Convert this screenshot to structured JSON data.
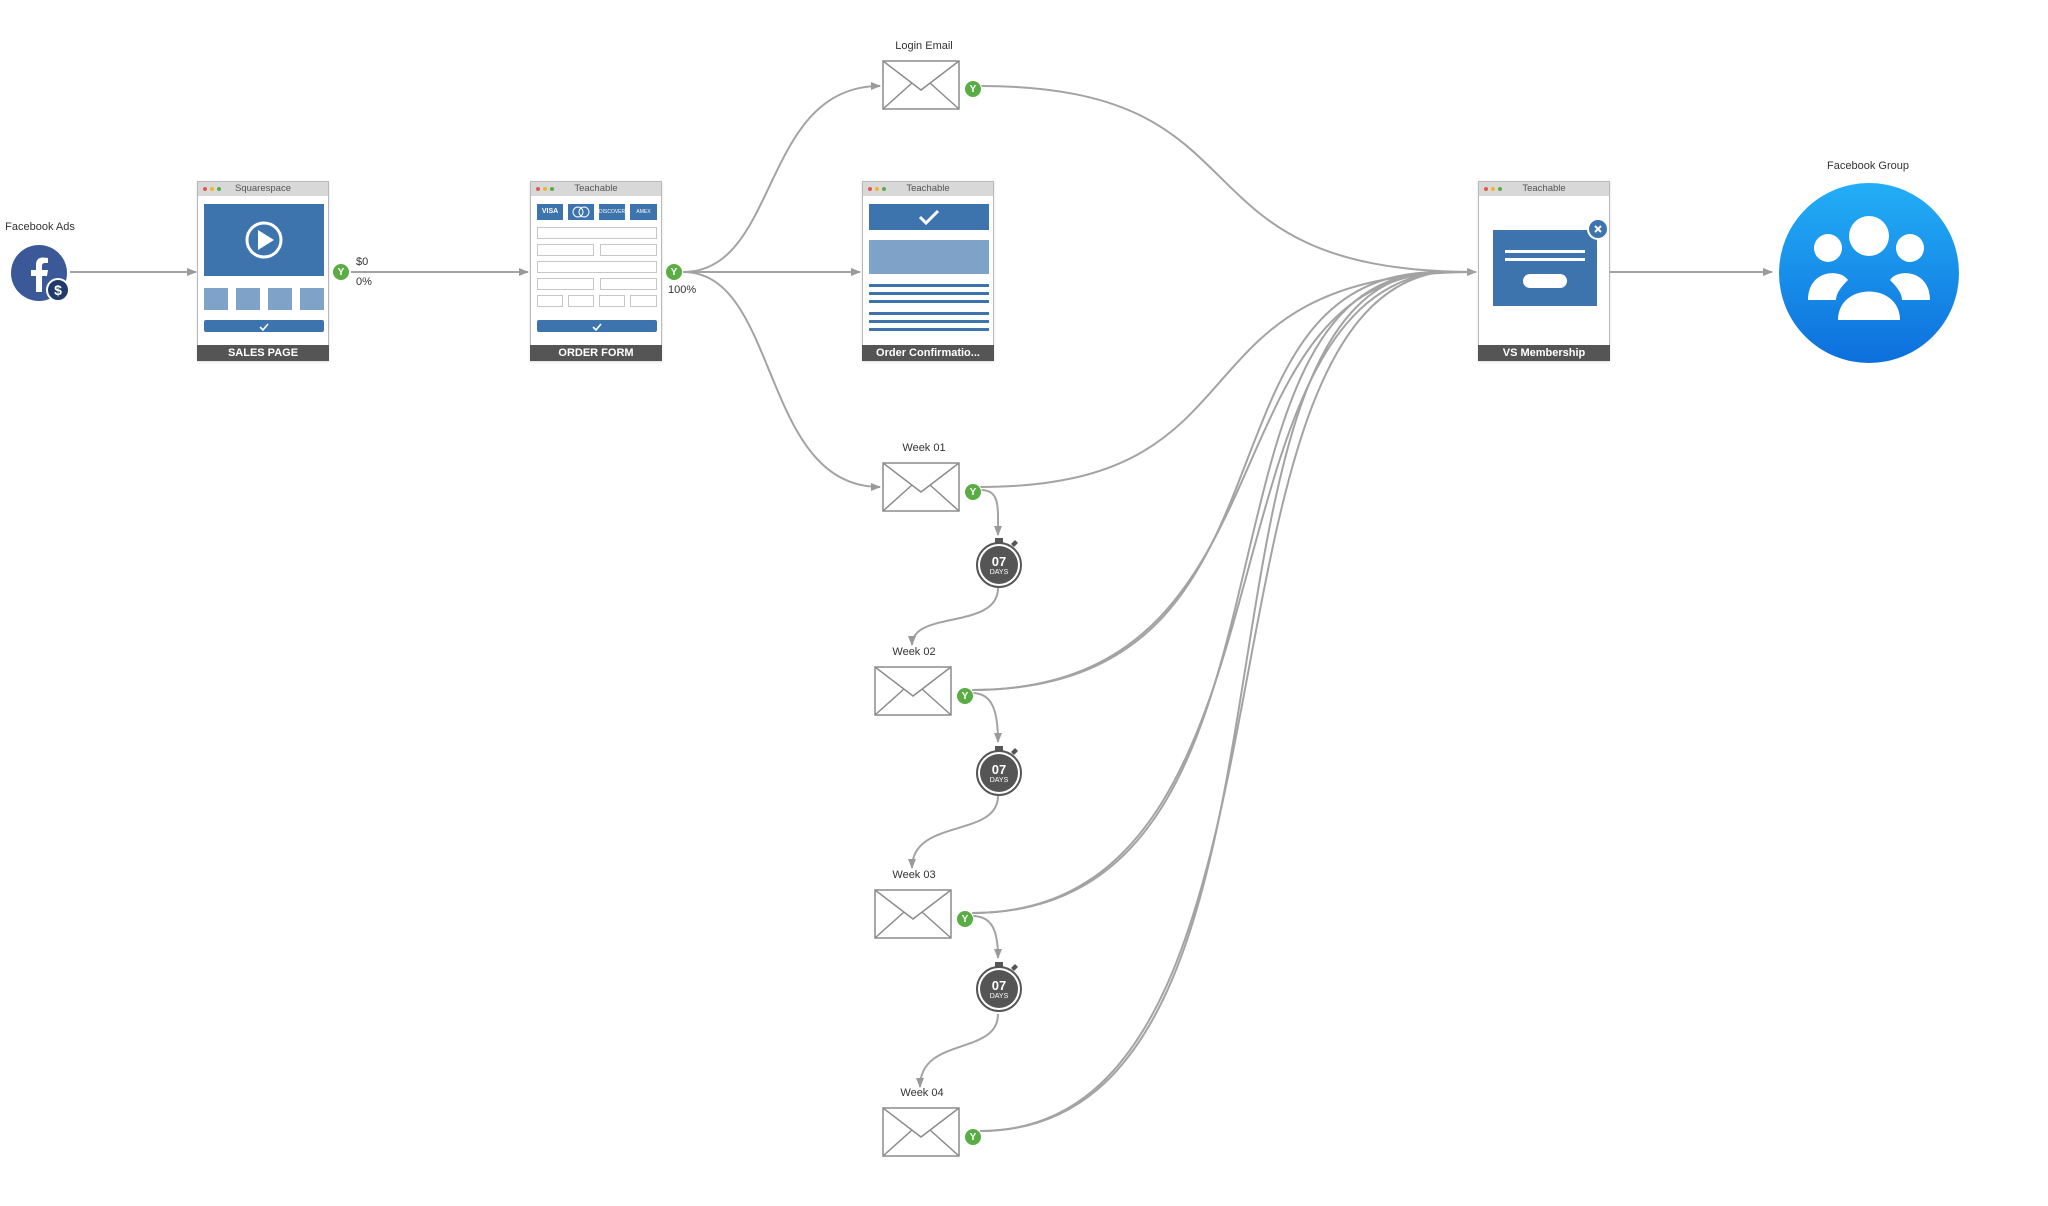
{
  "nodes": {
    "facebook_ads": {
      "label": "Facebook Ads"
    },
    "sales_page": {
      "platform": "Squarespace",
      "name": "SALES PAGE",
      "stat_value": "$0",
      "stat_rate": "0%"
    },
    "order_form": {
      "platform": "Teachable",
      "name": "ORDER FORM",
      "stat_rate": "100%",
      "cards": [
        "VISA",
        "",
        "DISCOVER",
        "AMEX"
      ]
    },
    "order_confirmation": {
      "platform": "Teachable",
      "name": "Order Confirmatio..."
    },
    "membership": {
      "platform": "Teachable",
      "name": "VS Membership"
    },
    "facebook_group": {
      "label": "Facebook Group"
    },
    "login_email": {
      "label": "Login Email"
    },
    "week_01": {
      "label": "Week 01"
    },
    "week_02": {
      "label": "Week 02"
    },
    "week_03": {
      "label": "Week 03"
    },
    "week_04": {
      "label": "Week 04"
    }
  },
  "badge_text": "Y",
  "delays": [
    {
      "number": "07",
      "unit": "DAYS"
    },
    {
      "number": "07",
      "unit": "DAYS"
    },
    {
      "number": "07",
      "unit": "DAYS"
    }
  ],
  "colors": {
    "page_blue": "#3d74ad",
    "badge_green": "#5aac44",
    "group_blue": "#1a8cf0",
    "edge_gray": "#9a9a9a"
  }
}
